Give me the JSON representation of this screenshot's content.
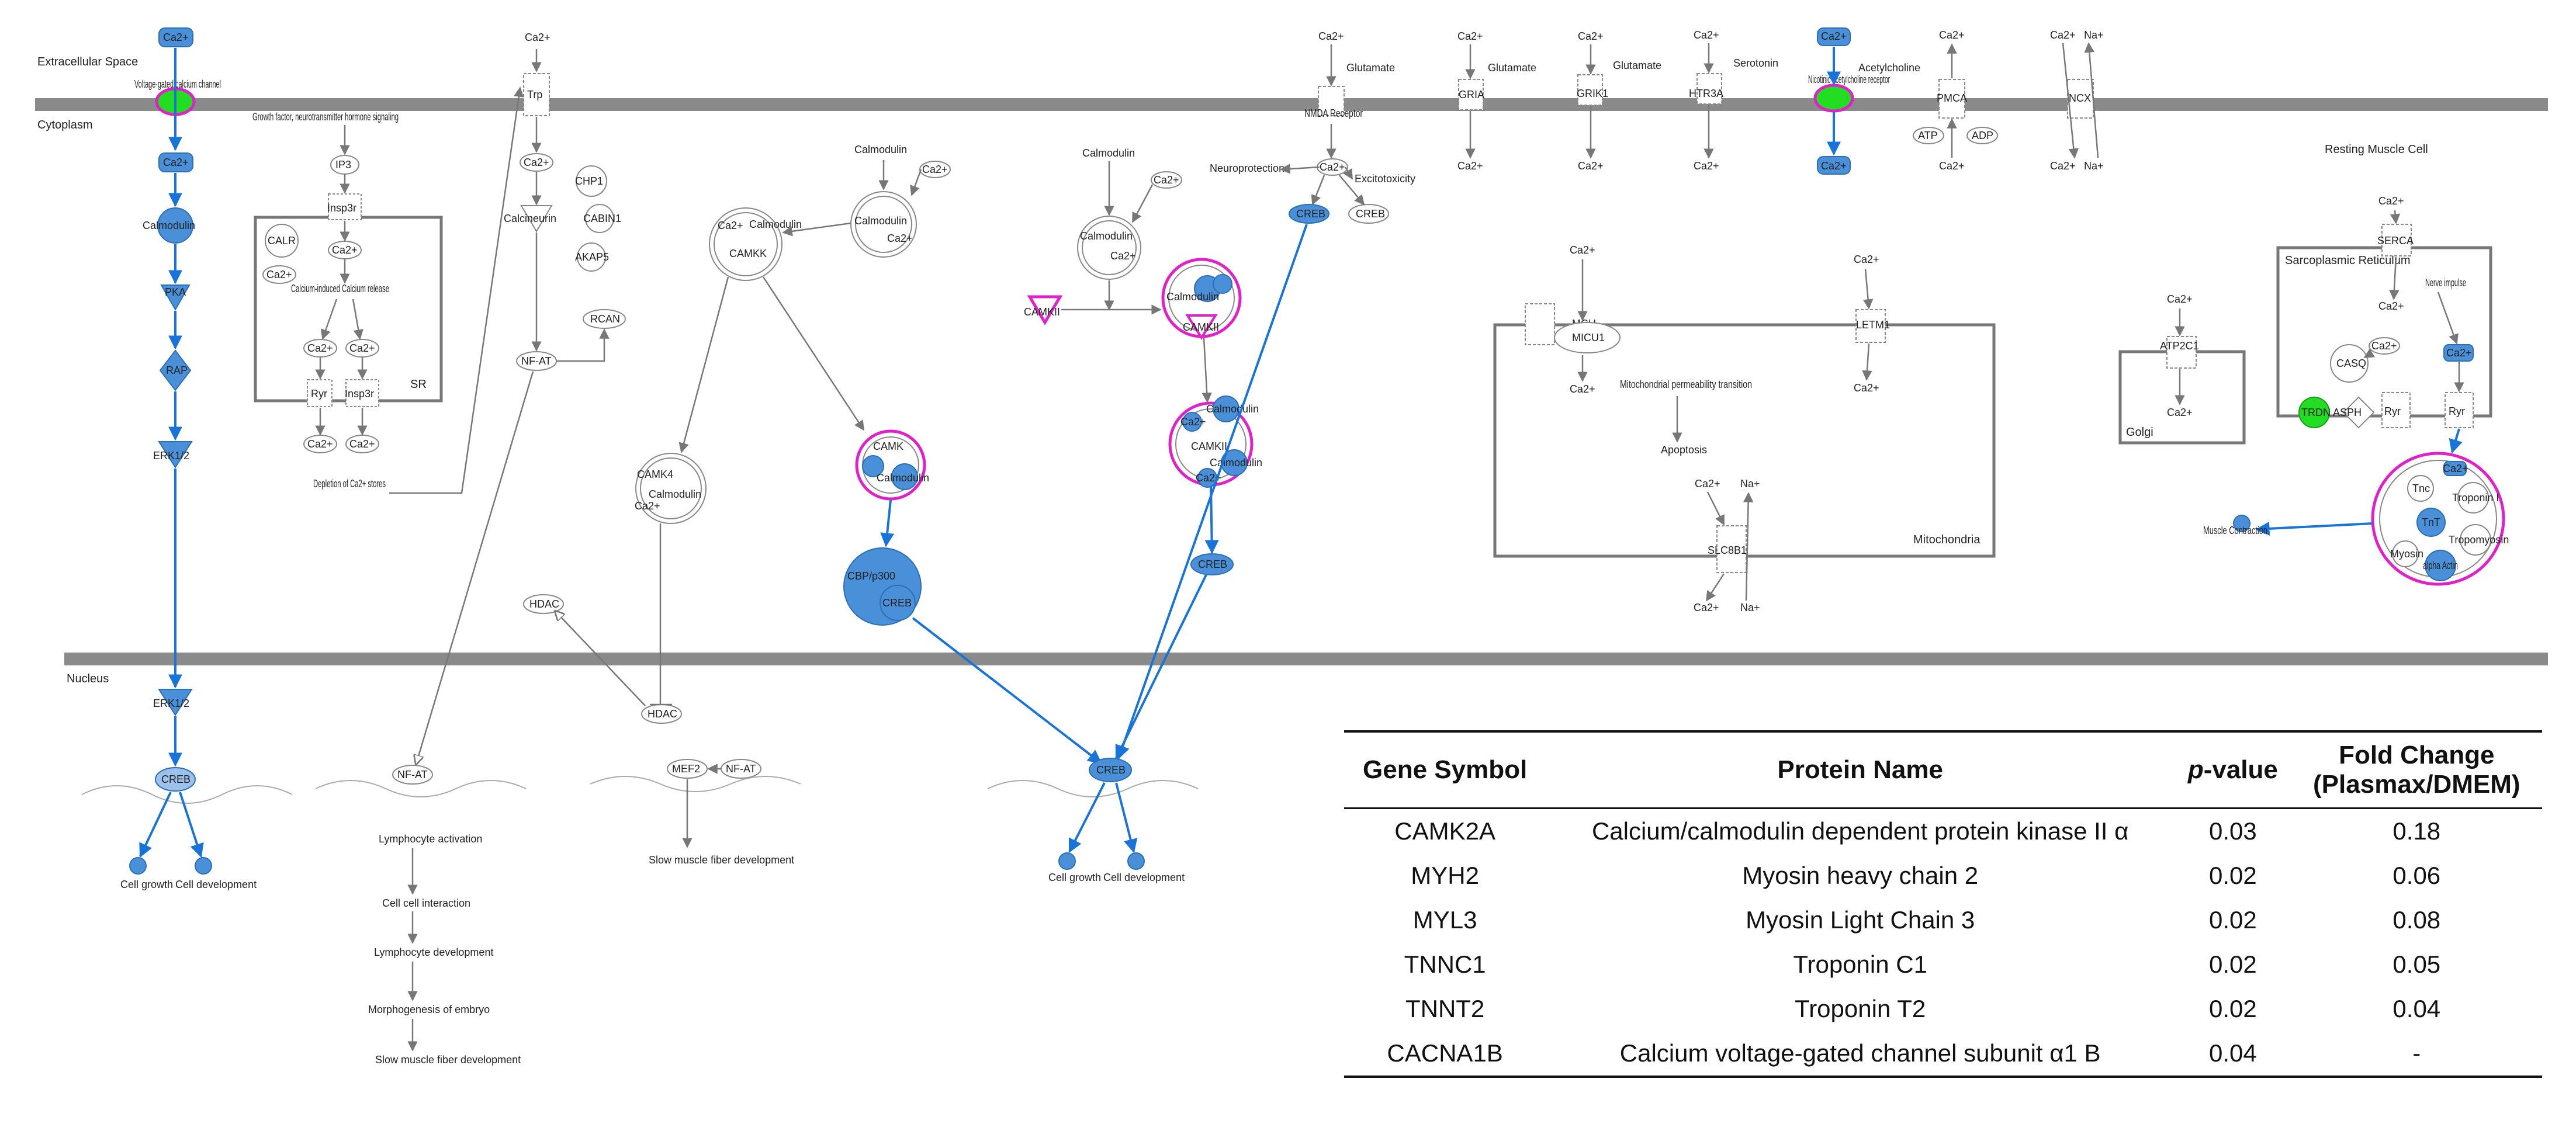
{
  "compartments": {
    "extracellular": "Extracellular Space",
    "cytoplasm": "Cytoplasm",
    "nucleus": "Nucleus",
    "sr": "SR",
    "mitochondria": "Mitochondria",
    "golgi": "Golgi",
    "sarcoplasmic": "Sarcoplasmic Reticulum",
    "resting_muscle": "Resting Muscle Cell"
  },
  "nodes": {
    "ca2": "Ca2+",
    "na": "Na+",
    "vgcc": "Voltage-gated calcium channel",
    "calmodulin": "Calmodulin",
    "pka": "PKA",
    "rap": "RAP",
    "erk": "ERK1/2",
    "creb": "CREB",
    "growth_factor": "Growth factor, neurotransmitter hormone signaling",
    "ip3": "IP3",
    "insp3r": "Insp3r",
    "calr": "CALR",
    "cicr": "Calcium-induced Calcium release",
    "ryr": "Ryr",
    "depletion": "Depletion of Ca2+ stores",
    "trp": "Trp",
    "chp1": "CHP1",
    "cabin1": "CABIN1",
    "calcineurin": "Calcineurin",
    "akap5": "AKAP5",
    "nfat": "NF-AT",
    "rcan": "RCAN",
    "camkk": "CAMKK",
    "camk4": "CAMK4",
    "hdac": "HDAC",
    "mef2": "MEF2",
    "camk": "CAMK",
    "cbp": "CBP/p300",
    "camkii": "CAMKII",
    "glutamate": "Glutamate",
    "nmda": "NMDA Receptor",
    "neuroprotection": "Neuroprotection",
    "excitotoxicity": "Excitotoxicity",
    "gria": "GRIA",
    "grik1": "GRIK1",
    "serotonin": "Serotonin",
    "htr3a": "HTR3A",
    "acetylcholine": "Acetylcholine",
    "nachr": "Nicotinic acetylcholine receptor",
    "pmca": "PMCA",
    "atp": "ATP",
    "adp": "ADP",
    "ncx": "NCX",
    "mcu": "MCU",
    "micu1": "MICU1",
    "mpt": "Mitochondrial permeability transition",
    "apoptosis": "Apoptosis",
    "letm1": "LETM1",
    "slc8b1": "SLC8B1",
    "atp2c1": "ATP2C1",
    "serca": "SERCA",
    "nerve_impulse": "Nerve impulse",
    "casq": "CASQ",
    "trdn": "TRDN",
    "asph": "ASPH",
    "tnc": "Tnc",
    "troponin_i": "Troponin I",
    "tnt": "TnT",
    "tropomyosin": "Tropomyosin",
    "myosin": "Myosin",
    "alpha_actin": "alpha Actin",
    "muscle_contraction": "Muscle Contraction"
  },
  "outcomes": {
    "cell_growth": "Cell growth",
    "cell_development": "Cell development",
    "lymph_activation": "Lymphocyte activation",
    "cell_interaction": "Cell cell interaction",
    "lymph_development": "Lymphocyte development",
    "morphogenesis": "Morphogenesis of embryo",
    "slow_muscle": "Slow muscle fiber development"
  },
  "table": {
    "headers": [
      "Gene Symbol",
      "Protein Name",
      "p-value",
      "Fold Change (Plasmax/DMEM)"
    ],
    "header_p_prefix": "p",
    "header_p_suffix": "-value",
    "header_fc_line1": "Fold Change",
    "header_fc_line2": "(Plasmax/DMEM)",
    "rows": [
      {
        "gene": "CAMK2A",
        "protein": "Calcium/calmodulin dependent protein kinase II α",
        "p": "0.03",
        "fc": "0.18"
      },
      {
        "gene": "MYH2",
        "protein": "Myosin heavy chain 2",
        "p": "0.02",
        "fc": "0.06"
      },
      {
        "gene": "MYL3",
        "protein": "Myosin Light Chain 3",
        "p": "0.02",
        "fc": "0.08"
      },
      {
        "gene": "TNNC1",
        "protein": "Troponin C1",
        "p": "0.02",
        "fc": "0.05"
      },
      {
        "gene": "TNNT2",
        "protein": "Troponin T2",
        "p": "0.02",
        "fc": "0.04"
      },
      {
        "gene": "CACNA1B",
        "protein": "Calcium voltage-gated channel subunit α1 B",
        "p": "0.04",
        "fc": "-"
      }
    ]
  },
  "colors": {
    "membrane": "#8a8a8a",
    "upregulated_node": "#4a90d9",
    "highlight_ring": "#e020c8",
    "green_node": "#22dd22",
    "blue_edge": "#1874d8"
  }
}
